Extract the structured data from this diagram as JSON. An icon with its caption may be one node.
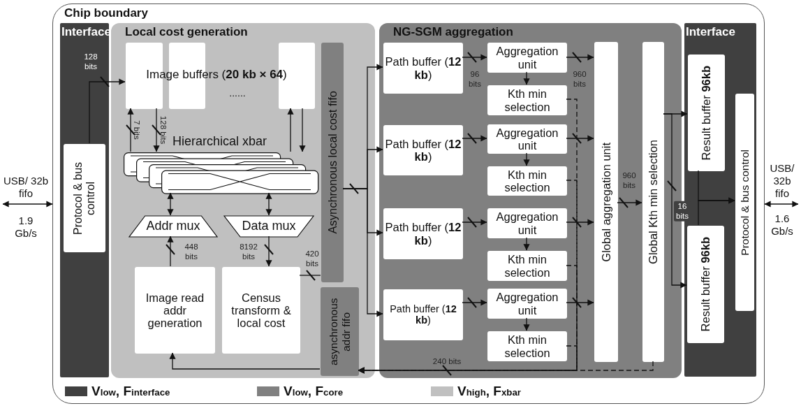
{
  "diagram": {
    "nodes": [
      {
        "text": [
          "Chip boundary"
        ]
      },
      {
        "text": [
          "Interface"
        ],
        "in": 0
      },
      {
        "text": [
          "Protocol & bus control"
        ],
        "in": 1
      },
      {
        "text": [
          "Local cost generation"
        ],
        "in": 0
      },
      {
        "text": [],
        "shape": "box",
        "in": 3
      },
      {
        "text": [],
        "shape": "box",
        "in": 3
      },
      {
        "text": [],
        "shape": "box",
        "in": 3
      },
      {
        "text": [
          "Hierarchical xbar"
        ],
        "in": 3
      },
      {
        "text": [
          "Addr mux"
        ],
        "in": 3
      },
      {
        "text": [
          "Data mux"
        ],
        "in": 3
      },
      {
        "text": [
          "Image read addr generation"
        ],
        "in": 3
      },
      {
        "text": [
          "Census transform & local cost"
        ],
        "in": 3
      },
      {
        "text": [
          "Asynchronous local cost fifo"
        ],
        "in": 3
      },
      {
        "text": [
          "asynchronous addr fifo"
        ],
        "in": 3
      },
      {
        "text": [
          "NG-SGM aggregation"
        ],
        "in": 0
      },
      {
        "text": [
          "Path buffer (**12 kb**)"
        ],
        "in": 14
      },
      {
        "text": [
          "Path buffer (**12 kb**)"
        ],
        "in": 14
      },
      {
        "text": [
          "Path buffer (**12 kb**)"
        ],
        "in": 14
      },
      {
        "text": [
          "Path buffer (**12 kb**)"
        ],
        "in": 14
      },
      {
        "text": [
          "Aggregation unit"
        ],
        "in": 14
      },
      {
        "text": [
          "Kth min selection"
        ],
        "in": 14
      },
      {
        "text": [
          "Aggregation unit"
        ],
        "in": 14
      },
      {
        "text": [
          "Kth min selection"
        ],
        "in": 14
      },
      {
        "text": [
          "Aggregation unit"
        ],
        "in": 14
      },
      {
        "text": [
          "Kth min selection"
        ],
        "in": 14
      },
      {
        "text": [
          "Aggregation unit"
        ],
        "in": 14
      },
      {
        "text": [
          "Kth min selection"
        ],
        "in": 14
      },
      {
        "text": [
          "Global aggregation unit"
        ],
        "in": 14
      },
      {
        "text": [
          "Global Kth min selection"
        ],
        "in": 14
      },
      {
        "text": [
          "Interface"
        ],
        "in": 0
      },
      {
        "text": [
          "Result buffer **96kb**"
        ],
        "in": 29
      },
      {
        "text": [
          "Result buffer **96kb**"
        ],
        "in": 29
      },
      {
        "text": [
          "Protocol & bus control"
        ],
        "in": 29
      },
      {
        "text": [
          "USB/ 32b fifo"
        ]
      },
      {
        "text": [
          "USB/ 32b fifo"
        ]
      }
    ],
    "edges": [
      {
        "from": 33,
        "to": 0,
        "arrow": "both"
      },
      {
        "from": 0,
        "to": 34,
        "arrow": "both"
      },
      {
        "from": 2,
        "to": 4,
        "arrow": "to",
        "label": "128 bits"
      },
      {
        "from": 7,
        "to": 4,
        "arrow": "to",
        "label": "7 bits"
      },
      {
        "from": 4,
        "to": 7,
        "arrow": "to",
        "label": "128 bits"
      },
      {
        "from": 7,
        "to": 6,
        "arrow": "to"
      },
      {
        "from": 6,
        "to": 7,
        "arrow": "to"
      },
      {
        "from": 7,
        "to": 8,
        "arrow": "both"
      },
      {
        "from": 7,
        "to": 9,
        "arrow": "both"
      },
      {
        "from": 10,
        "to": 8,
        "arrow": "to",
        "label": "448 bits"
      },
      {
        "from": 9,
        "to": 11,
        "arrow": "to",
        "label": "8192 bits"
      },
      {
        "from": 11,
        "to": 12,
        "arrow": "none",
        "label": "420 bits"
      },
      {
        "from": 12,
        "to": 15,
        "arrow": "to"
      },
      {
        "from": 12,
        "to": 16,
        "arrow": "to"
      },
      {
        "from": 12,
        "to": 17,
        "arrow": "to"
      },
      {
        "from": 12,
        "to": 18,
        "arrow": "to"
      },
      {
        "from": 15,
        "to": 19,
        "arrow": "to",
        "label": "96 bits"
      },
      {
        "from": 16,
        "to": 21,
        "arrow": "to"
      },
      {
        "from": 17,
        "to": 23,
        "arrow": "to"
      },
      {
        "from": 18,
        "to": 25,
        "arrow": "to"
      },
      {
        "from": 19,
        "to": 20,
        "arrow": "to"
      },
      {
        "from": 21,
        "to": 22,
        "arrow": "to"
      },
      {
        "from": 23,
        "to": 24,
        "arrow": "to"
      },
      {
        "from": 25,
        "to": 26,
        "arrow": "to"
      },
      {
        "from": 19,
        "to": 27,
        "arrow": "to",
        "label": "960 bits"
      },
      {
        "from": 21,
        "to": 27,
        "arrow": "to"
      },
      {
        "from": 23,
        "to": 27,
        "arrow": "to"
      },
      {
        "from": 25,
        "to": 27,
        "arrow": "to"
      },
      {
        "from": 27,
        "to": 28,
        "arrow": "to",
        "label": "960 bits"
      },
      {
        "from": 28,
        "to": 30,
        "arrow": "to"
      },
      {
        "from": 28,
        "to": 31,
        "arrow": "to",
        "label": "16 bits"
      },
      {
        "from": 30,
        "to": 32,
        "arrow": "to"
      },
      {
        "from": 31,
        "to": 32,
        "arrow": "to"
      },
      {
        "from": 20,
        "to": 13,
        "arrow": "to",
        "style": "dashed",
        "label": "240 bits"
      },
      {
        "from": 22,
        "to": 13,
        "arrow": "to",
        "style": "dashed"
      },
      {
        "from": 24,
        "to": 13,
        "arrow": "to",
        "style": "dashed"
      },
      {
        "from": 26,
        "to": 13,
        "arrow": "to",
        "style": "dashed"
      },
      {
        "from": 28,
        "to": 13,
        "arrow": "to",
        "style": "dashed"
      },
      {
        "from": 13,
        "to": 10,
        "arrow": "to"
      }
    ],
    "labels": [
      "Image buffers (**20 kb × 64**)",
      "......",
      "1.9 Gb/s",
      "1.6 Gb/s"
    ],
    "legend": [
      {
        "text": "V$_{low}$, F$_{interface}$",
        "color": "#404040"
      },
      {
        "text": "V$_{low}$, F$_{core}$",
        "color": "#808080"
      },
      {
        "text": "V$_{high}$, F$_{xbar}$",
        "color": "#c0c0c0"
      }
    ]
  }
}
